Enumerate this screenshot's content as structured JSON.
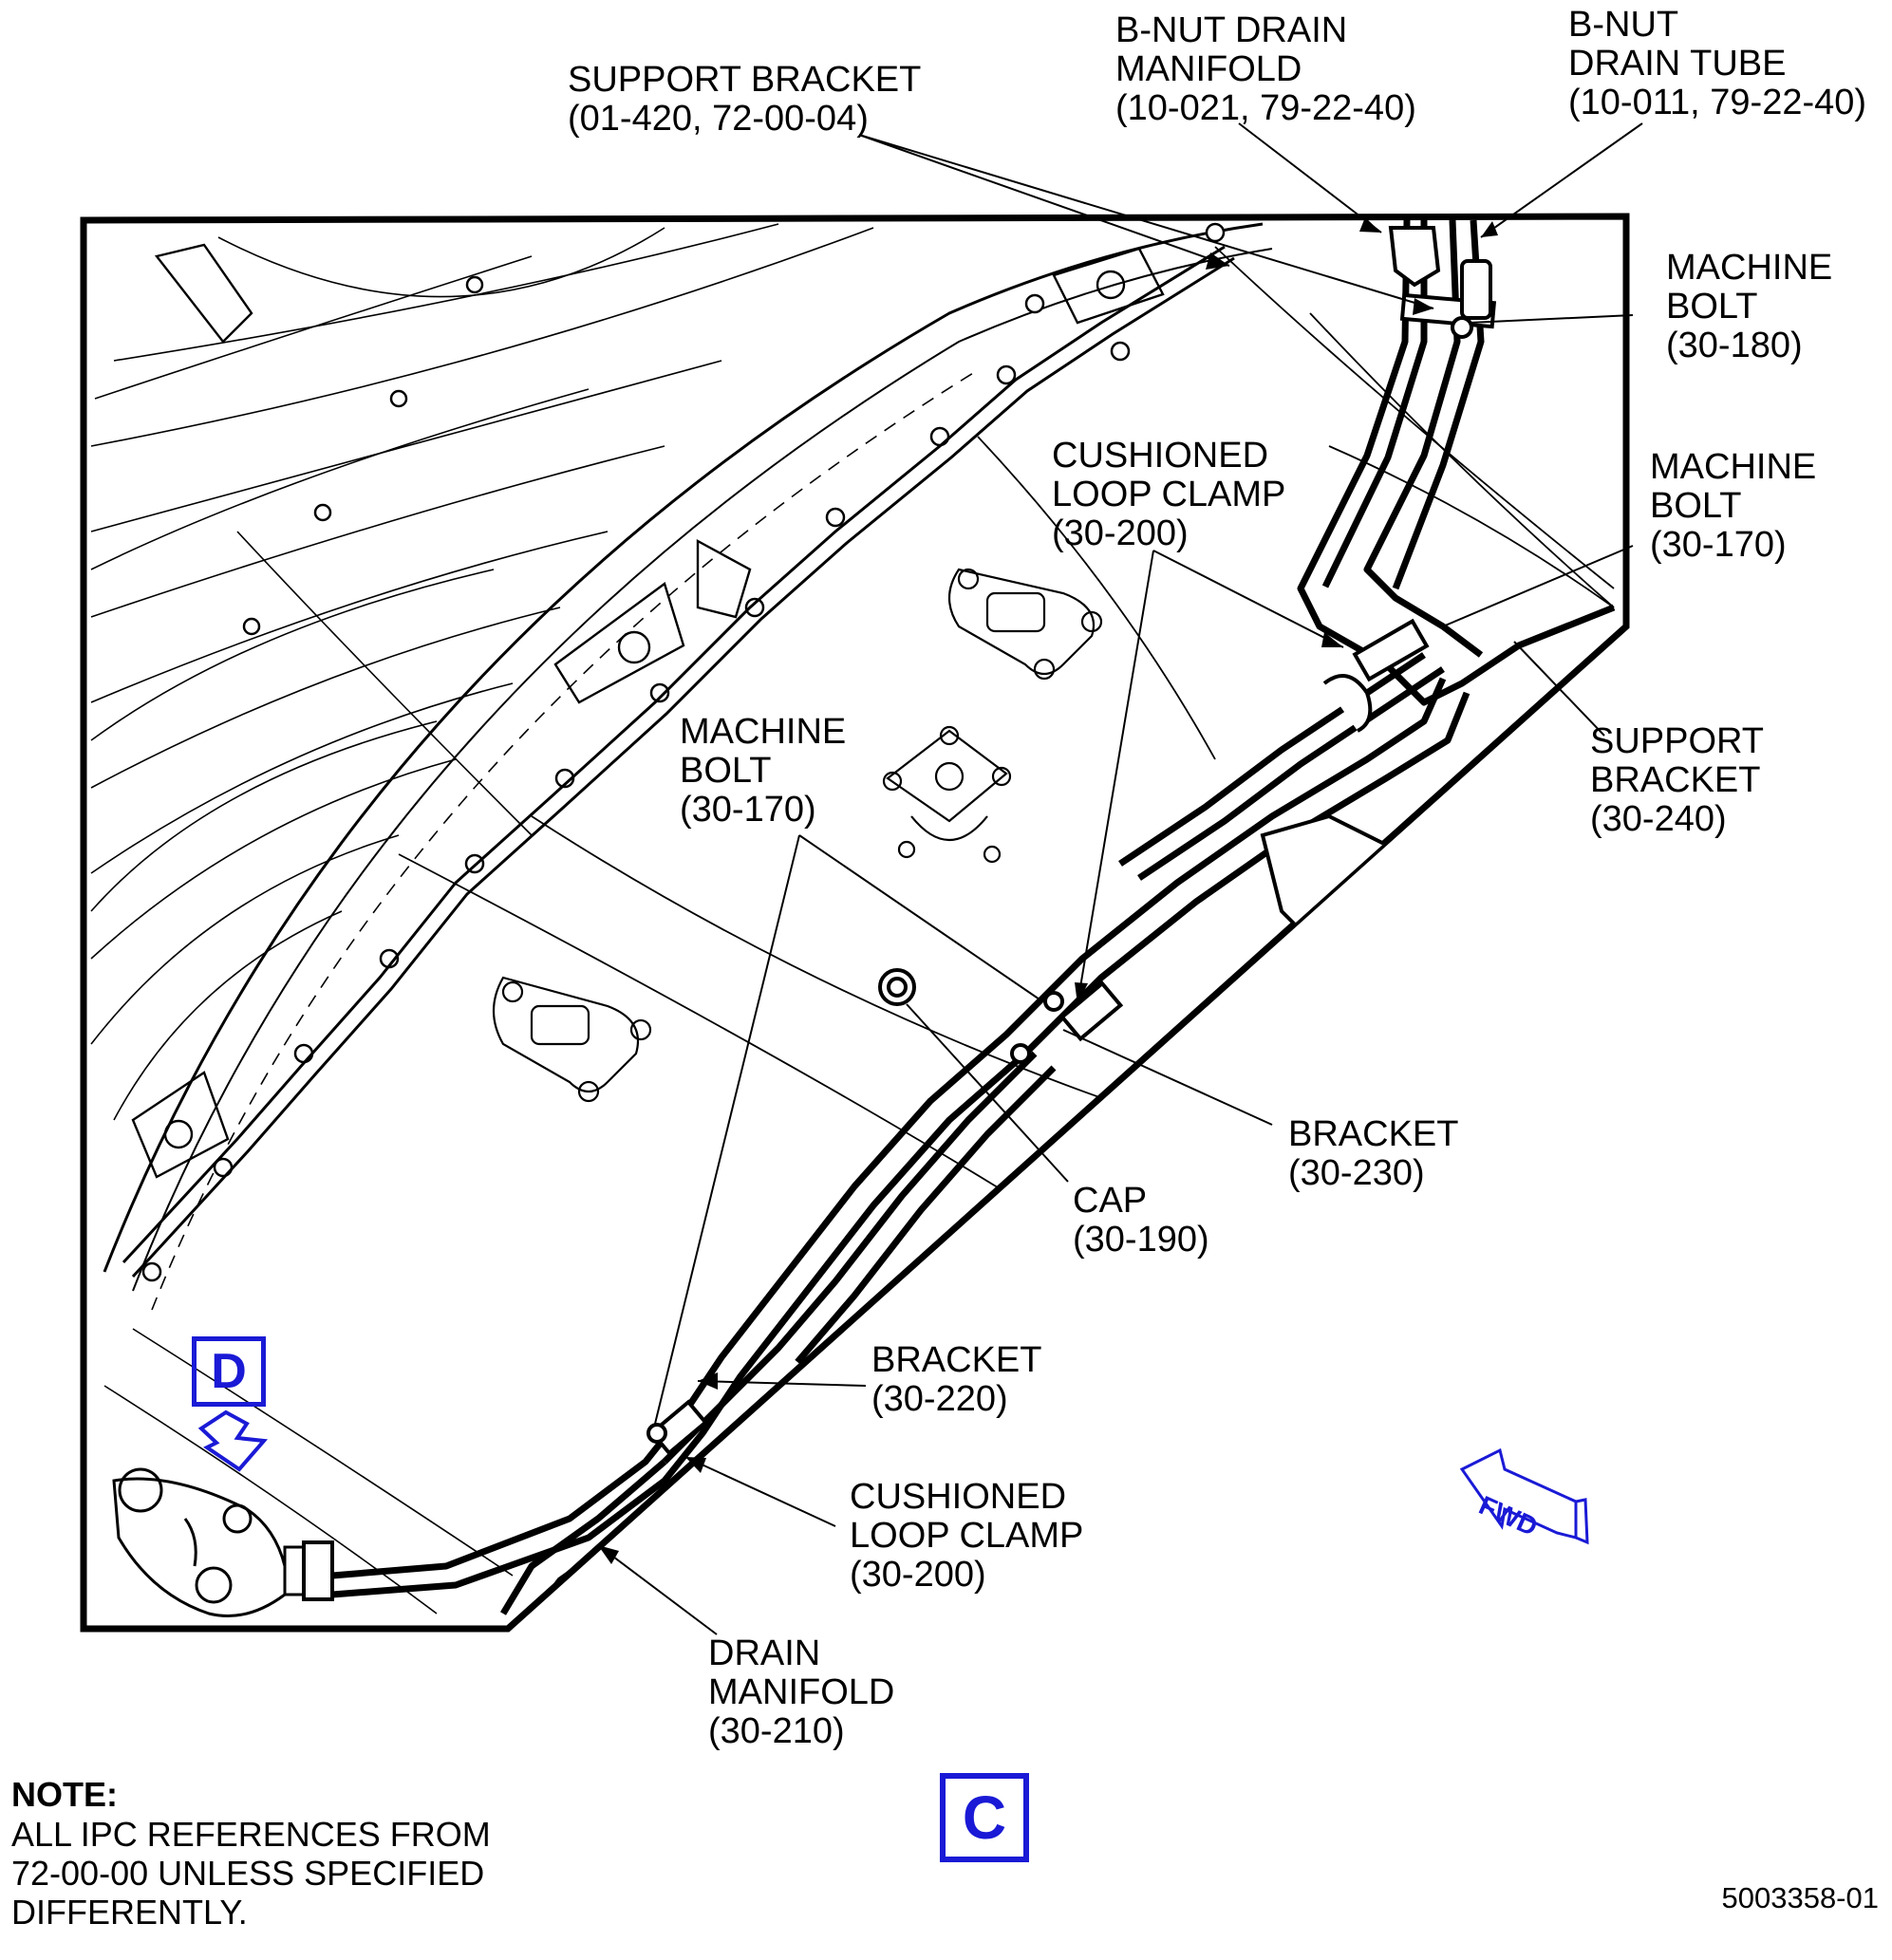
{
  "labels": {
    "support_bracket_top": "SUPPORT BRACKET\n(01-420, 72-00-04)",
    "bnut_drain_manifold": "B-NUT DRAIN\nMANIFOLD\n(10-021, 79-22-40)",
    "bnut_drain_tube": "B-NUT\nDRAIN TUBE\n(10-011, 79-22-40)",
    "machine_bolt_180": "MACHINE\nBOLT\n(30-180)",
    "machine_bolt_170_right": "MACHINE\nBOLT\n(30-170)",
    "cushioned_loop_clamp_top": "CUSHIONED\nLOOP CLAMP\n(30-200)",
    "support_bracket_240": "SUPPORT\nBRACKET\n(30-240)",
    "machine_bolt_170_left": "MACHINE\nBOLT\n(30-170)",
    "bracket_230": "BRACKET\n(30-230)",
    "cap_190": "CAP\n(30-190)",
    "bracket_220": "BRACKET\n(30-220)",
    "cushioned_loop_clamp_bottom": "CUSHIONED\nLOOP CLAMP\n(30-200)",
    "drain_manifold_210": "DRAIN\nMANIFOLD\n(30-210)"
  },
  "view_markers": {
    "d": "D",
    "c": "C"
  },
  "fwd_label": "FWD",
  "note": {
    "title": "NOTE:",
    "body": "ALL IPC REFERENCES FROM\n72-00-00 UNLESS SPECIFIED\nDIFFERENTLY."
  },
  "figure_number": "5003358-01",
  "colors": {
    "line": "#000000",
    "accent": "#1a1ad6",
    "background": "#ffffff"
  }
}
